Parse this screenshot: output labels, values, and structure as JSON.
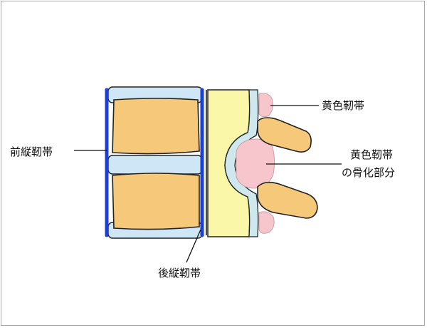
{
  "labels": {
    "anterior_ligament": "前縦靭帯",
    "posterior_ligament": "後縦靭帯",
    "ligamentum_flavum": "黄色靭帯",
    "ossification_line1": "黄色靭帯",
    "ossification_line2": "の骨化部分"
  },
  "colors": {
    "vertebral_body": "#f6c97a",
    "disc": "#cfe6f7",
    "ligament_blue": "#1e3fd4",
    "spinal_cord": "#fbf7a8",
    "csf": "#cfe8ee",
    "flavum_pink": "#f7c5cc",
    "outline": "#111111",
    "frame": "#a9a9a9"
  }
}
